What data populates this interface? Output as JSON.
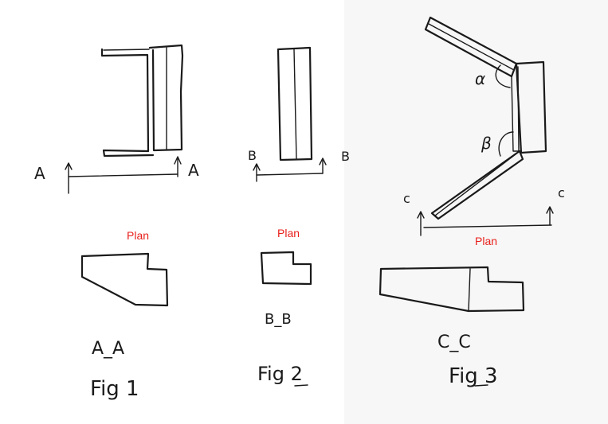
{
  "accent_color": "#e8201c",
  "figures": [
    {
      "caption": "Fig 1",
      "section_label": "A_A",
      "plan_label": "Plan",
      "cut_letters": [
        "A",
        "A"
      ]
    },
    {
      "caption": "Fig 2",
      "section_label": "B_B",
      "plan_label": "Plan",
      "cut_letters": [
        "B",
        "B"
      ]
    },
    {
      "caption": "Fig 3",
      "section_label": "C_C",
      "plan_label": "Plan",
      "cut_letters": [
        "c",
        "c"
      ],
      "angle_labels": [
        "α",
        "β"
      ]
    }
  ]
}
